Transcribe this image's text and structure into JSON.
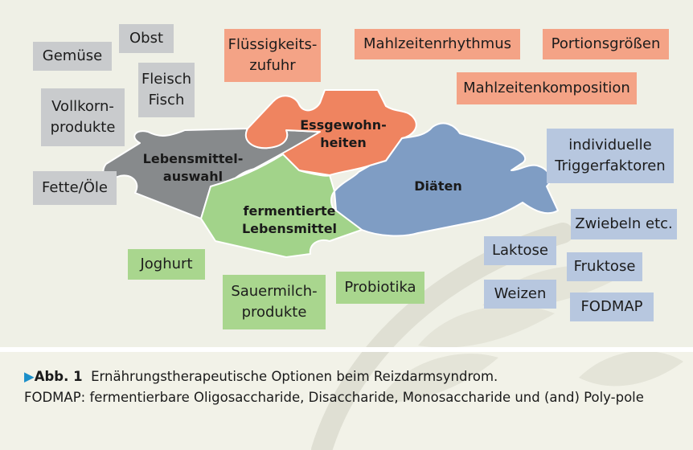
{
  "puzzle": {
    "center_top": "Essgewohn-\nheiten",
    "left": "Lebensmittel-\nauswahl",
    "right": "Diäten",
    "bottom": "fermentierte\nLebensmittel",
    "colors": {
      "gray": "#878a8c",
      "orange": "#ef8460",
      "blue": "#7f9dc4",
      "green": "#a2d38a"
    }
  },
  "gray_boxes": {
    "gemuese": "Gemüse",
    "obst": "Obst",
    "fleisch": "Fleisch\nFisch",
    "vollkorn": "Vollkorn-\nprodukte",
    "fette": "Fette/Öle"
  },
  "orange_boxes": {
    "fluessig": "Flüssigkeits-\nzufuhr",
    "rhythmus": "Mahlzeitenrhythmus",
    "portion": "Portionsgrößen",
    "komposition": "Mahlzeitenkomposition"
  },
  "blue_boxes": {
    "trigger": "individuelle\nTriggerfaktoren",
    "zwiebeln": "Zwiebeln etc.",
    "laktose": "Laktose",
    "fruktose": "Fruktose",
    "weizen": "Weizen",
    "fodmap": "FODMAP"
  },
  "green_boxes": {
    "joghurt": "Joghurt",
    "sauermilch": "Sauermilch-\nprodukte",
    "probiotika": "Probiotika"
  },
  "caption": {
    "marker": "▶",
    "label": "Abb. 1",
    "text": "Ernährungstherapeutische Optionen beim Reizdarmsyndrom.",
    "note": "FODMAP: fermentierbare Oligosaccharide, Disaccharide, Monosaccharide und (and) Poly-pole"
  }
}
